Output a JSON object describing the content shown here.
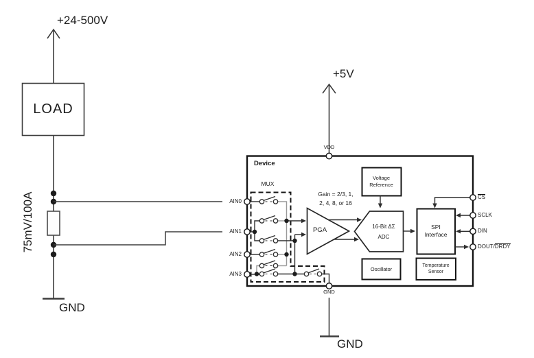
{
  "labels": {
    "supply_high": "+24-500V",
    "load": "LOAD",
    "shunt": "75mV/100A",
    "gnd_left": "GND",
    "supply_5v": "+5V",
    "gnd_bottom": "GND"
  },
  "device": {
    "title": "Device",
    "mux": "MUX",
    "gain_line1": "Gain = 2/3, 1,",
    "gain_line2": "2, 4, 8, or 16",
    "pga": "PGA",
    "adc_line1": "16-Bit ΔΣ",
    "adc_line2": "ADC",
    "vref_line1": "Voltage",
    "vref_line2": "Reference",
    "oscillator": "Oscillator",
    "spi_line1": "SPI",
    "spi_line2": "Interface",
    "temp_line1": "Temperature",
    "temp_line2": "Sensor"
  },
  "pins": {
    "top": {
      "label": "VDD"
    },
    "bottom": {
      "label": "GND"
    },
    "left": [
      {
        "label": "AIN0"
      },
      {
        "label": "AIN1"
      },
      {
        "label": "AIN2"
      },
      {
        "label": "AIN3"
      }
    ],
    "right": [
      {
        "pre": "",
        "over": "CS"
      },
      {
        "pre": "SCLK",
        "over": ""
      },
      {
        "pre": "DIN",
        "over": ""
      },
      {
        "pre": "DOUT/",
        "over": "DRDY"
      }
    ]
  },
  "colors": {
    "outer_wire": "#3d3d3d",
    "device_line": "#141414",
    "inner_wire": "#2e2e2e",
    "gray_net": "#9a9a9a"
  }
}
